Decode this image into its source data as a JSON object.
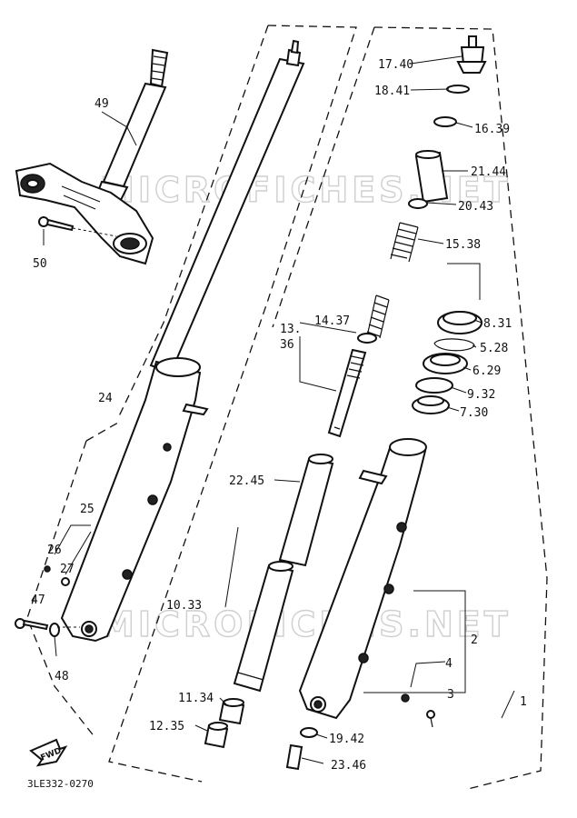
{
  "watermark": {
    "top": "MICROFICHES.NET",
    "bottom": "MICROFICHES.NET"
  },
  "diagram_code": "3LE332-0270",
  "fwd_label": "FWD",
  "labels": {
    "p49": "49",
    "p50": "50",
    "p24": "24",
    "p25": "25",
    "p26": "26",
    "p27": "27",
    "p47": "47",
    "p48": "48",
    "p1740": "17.40",
    "p1841": "18.41",
    "p1639": "16.39",
    "p2144": "21.44",
    "p2043": "20.43",
    "p1538": "15.38",
    "p13": "13.",
    "p36": "36",
    "p1437": "14.37",
    "p831": "8.31",
    "p528": "5.28",
    "p629": "6.29",
    "p932": "9.32",
    "p730": "7.30",
    "p2245": "22.45",
    "p1033": "10.33",
    "p1134": "11.34",
    "p1235": "12.35",
    "p2": "2",
    "p4": "4",
    "p3": "3",
    "p1": "1",
    "p1942": "19.42",
    "p2346": "23.46"
  }
}
